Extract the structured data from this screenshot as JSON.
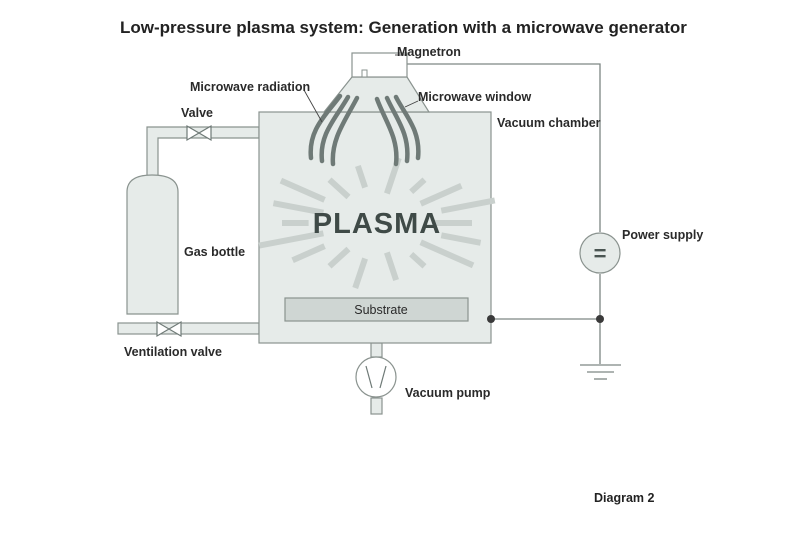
{
  "title": "Low-pressure plasma system: Generation with a microwave generator",
  "labels": {
    "magnetron": "Magnetron",
    "microwave_radiation": "Microwave radiation",
    "microwave_window": "Microwave window",
    "valve": "Valve",
    "vacuum_chamber": "Vacuum chamber",
    "gas_bottle": "Gas bottle",
    "power_supply": "Power supply",
    "substrate": "Substrate",
    "ventilation_valve": "Ventilation valve",
    "vacuum_pump": "Vacuum pump",
    "plasma": "PLASMA",
    "power_symbol": "="
  },
  "caption": "Diagram 2",
  "colors": {
    "component_fill": "#e6ebe9",
    "outline": "#8a938f",
    "wave": "#6f7a77",
    "plasma_rays": "#c9d0cd",
    "line": "#7d8683",
    "node": "#3a3a3a"
  }
}
